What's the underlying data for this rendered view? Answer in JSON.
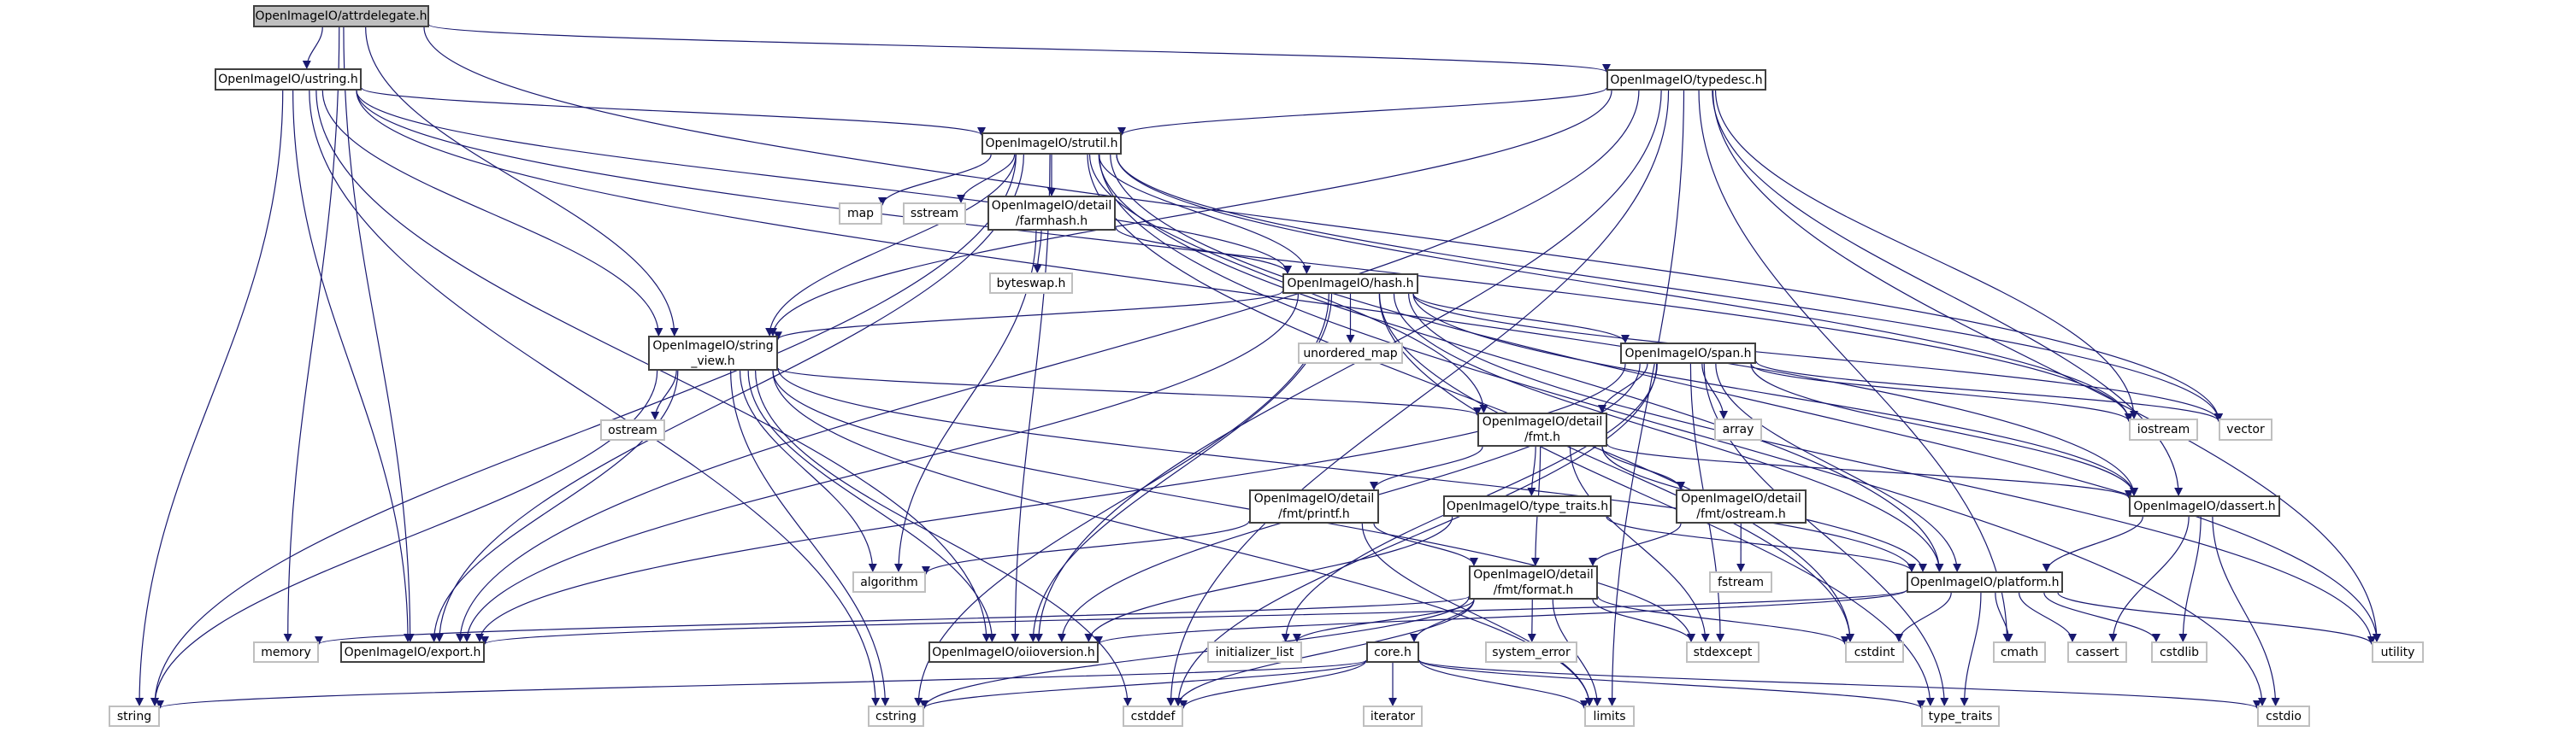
{
  "title": "Include dependency graph for OpenImageIO/attrdelegate.h",
  "colors": {
    "edge": "#191970",
    "root_fill": "#bfbfbf",
    "internal_border": "#404040",
    "external_border": "#bfbfbf"
  },
  "nodes": [
    {
      "id": "attrdelegate",
      "label": "OpenImageIO/attrdelegate.h",
      "kind": "root"
    },
    {
      "id": "ustring",
      "label": "OpenImageIO/ustring.h",
      "kind": "internal"
    },
    {
      "id": "typedesc",
      "label": "OpenImageIO/typedesc.h",
      "kind": "internal"
    },
    {
      "id": "strutil",
      "label": "OpenImageIO/strutil.h",
      "kind": "internal"
    },
    {
      "id": "map",
      "label": "map",
      "kind": "external"
    },
    {
      "id": "sstream",
      "label": "sstream",
      "kind": "external"
    },
    {
      "id": "farmhash",
      "label": "OpenImageIO/detail\n/farmhash.h",
      "kind": "internal"
    },
    {
      "id": "byteswap",
      "label": "byteswap.h",
      "kind": "external"
    },
    {
      "id": "hash",
      "label": "OpenImageIO/hash.h",
      "kind": "internal"
    },
    {
      "id": "unordered_map",
      "label": "unordered_map",
      "kind": "external"
    },
    {
      "id": "string_view",
      "label": "OpenImageIO/string\n_view.h",
      "kind": "internal"
    },
    {
      "id": "ostream",
      "label": "ostream",
      "kind": "external"
    },
    {
      "id": "span",
      "label": "OpenImageIO/span.h",
      "kind": "internal"
    },
    {
      "id": "array",
      "label": "array",
      "kind": "external"
    },
    {
      "id": "iostream",
      "label": "iostream",
      "kind": "external"
    },
    {
      "id": "vector",
      "label": "vector",
      "kind": "external"
    },
    {
      "id": "fmt",
      "label": "OpenImageIO/detail\n/fmt.h",
      "kind": "internal"
    },
    {
      "id": "dassert",
      "label": "OpenImageIO/dassert.h",
      "kind": "internal"
    },
    {
      "id": "printf",
      "label": "OpenImageIO/detail\n/fmt/printf.h",
      "kind": "internal"
    },
    {
      "id": "type_traits_h",
      "label": "OpenImageIO/type_traits.h",
      "kind": "internal"
    },
    {
      "id": "ostream_h",
      "label": "OpenImageIO/detail\n/fmt/ostream.h",
      "kind": "internal"
    },
    {
      "id": "fstream",
      "label": "fstream",
      "kind": "external"
    },
    {
      "id": "format",
      "label": "OpenImageIO/detail\n/fmt/format.h",
      "kind": "internal"
    },
    {
      "id": "platform",
      "label": "OpenImageIO/platform.h",
      "kind": "internal"
    },
    {
      "id": "algorithm",
      "label": "algorithm",
      "kind": "external"
    },
    {
      "id": "memory",
      "label": "memory",
      "kind": "external"
    },
    {
      "id": "export",
      "label": "OpenImageIO/export.h",
      "kind": "internal"
    },
    {
      "id": "oiioversion",
      "label": "OpenImageIO/oiioversion.h",
      "kind": "internal"
    },
    {
      "id": "initializer_list",
      "label": "initializer_list",
      "kind": "external"
    },
    {
      "id": "core",
      "label": "core.h",
      "kind": "internal"
    },
    {
      "id": "system_error",
      "label": "system_error",
      "kind": "external"
    },
    {
      "id": "stdexcept",
      "label": "stdexcept",
      "kind": "external"
    },
    {
      "id": "cstdint",
      "label": "cstdint",
      "kind": "external"
    },
    {
      "id": "cmath",
      "label": "cmath",
      "kind": "external"
    },
    {
      "id": "cassert",
      "label": "cassert",
      "kind": "external"
    },
    {
      "id": "cstdlib",
      "label": "cstdlib",
      "kind": "external"
    },
    {
      "id": "utility",
      "label": "utility",
      "kind": "external"
    },
    {
      "id": "string",
      "label": "string",
      "kind": "external"
    },
    {
      "id": "cstring",
      "label": "cstring",
      "kind": "external"
    },
    {
      "id": "cstddef",
      "label": "cstddef",
      "kind": "external"
    },
    {
      "id": "iterator",
      "label": "iterator",
      "kind": "external"
    },
    {
      "id": "limits",
      "label": "limits",
      "kind": "external"
    },
    {
      "id": "type_traits",
      "label": "type_traits",
      "kind": "external"
    },
    {
      "id": "cstdio",
      "label": "cstdio",
      "kind": "external"
    }
  ],
  "edges": [
    [
      "attrdelegate",
      "ustring"
    ],
    [
      "attrdelegate",
      "typedesc"
    ],
    [
      "attrdelegate",
      "string_view"
    ],
    [
      "attrdelegate",
      "export"
    ],
    [
      "attrdelegate",
      "memory"
    ],
    [
      "attrdelegate",
      "vector"
    ],
    [
      "ustring",
      "strutil"
    ],
    [
      "ustring",
      "string_view"
    ],
    [
      "ustring",
      "export"
    ],
    [
      "ustring",
      "oiioversion"
    ],
    [
      "ustring",
      "string"
    ],
    [
      "ustring",
      "cstring"
    ],
    [
      "ustring",
      "hash"
    ],
    [
      "ustring",
      "dassert"
    ],
    [
      "ustring",
      "iostream"
    ],
    [
      "typedesc",
      "strutil"
    ],
    [
      "typedesc",
      "string_view"
    ],
    [
      "typedesc",
      "export"
    ],
    [
      "typedesc",
      "oiioversion"
    ],
    [
      "typedesc",
      "dassert"
    ],
    [
      "typedesc",
      "iostream"
    ],
    [
      "typedesc",
      "cstddef"
    ],
    [
      "typedesc",
      "limits"
    ],
    [
      "typedesc",
      "cmath"
    ],
    [
      "typedesc",
      "utility"
    ],
    [
      "strutil",
      "map"
    ],
    [
      "strutil",
      "sstream"
    ],
    [
      "strutil",
      "farmhash"
    ],
    [
      "strutil",
      "hash"
    ],
    [
      "strutil",
      "string_view"
    ],
    [
      "strutil",
      "fmt"
    ],
    [
      "strutil",
      "export"
    ],
    [
      "strutil",
      "oiioversion"
    ],
    [
      "strutil",
      "string"
    ],
    [
      "strutil",
      "vector"
    ],
    [
      "strutil",
      "utility"
    ],
    [
      "strutil",
      "cstdio"
    ],
    [
      "strutil",
      "platform"
    ],
    [
      "strutil",
      "cstdint"
    ],
    [
      "strutil",
      "iostream"
    ],
    [
      "farmhash",
      "byteswap"
    ],
    [
      "farmhash",
      "hash"
    ],
    [
      "farmhash",
      "algorithm"
    ],
    [
      "hash",
      "unordered_map"
    ],
    [
      "hash",
      "span"
    ],
    [
      "hash",
      "string_view"
    ],
    [
      "hash",
      "export"
    ],
    [
      "hash",
      "oiioversion"
    ],
    [
      "hash",
      "cstring"
    ],
    [
      "hash",
      "cstdint"
    ],
    [
      "hash",
      "vector"
    ],
    [
      "hash",
      "dassert"
    ],
    [
      "hash",
      "platform"
    ],
    [
      "hash",
      "type_traits"
    ],
    [
      "hash",
      "utility"
    ],
    [
      "string_view",
      "ostream"
    ],
    [
      "string_view",
      "algorithm"
    ],
    [
      "string_view",
      "export"
    ],
    [
      "string_view",
      "oiioversion"
    ],
    [
      "string_view",
      "cstring"
    ],
    [
      "string_view",
      "cstddef"
    ],
    [
      "string_view",
      "string"
    ],
    [
      "string_view",
      "fmt"
    ],
    [
      "string_view",
      "platform"
    ],
    [
      "string_view",
      "limits"
    ],
    [
      "string_view",
      "stdexcept"
    ],
    [
      "span",
      "fmt"
    ],
    [
      "span",
      "array"
    ],
    [
      "span",
      "iostream"
    ],
    [
      "span",
      "vector"
    ],
    [
      "span",
      "dassert"
    ],
    [
      "span",
      "platform"
    ],
    [
      "span",
      "oiioversion"
    ],
    [
      "span",
      "cstddef"
    ],
    [
      "span",
      "initializer_list"
    ],
    [
      "span",
      "stdexcept"
    ],
    [
      "span",
      "type_traits"
    ],
    [
      "span",
      "export"
    ],
    [
      "fmt",
      "printf"
    ],
    [
      "fmt",
      "type_traits_h"
    ],
    [
      "fmt",
      "ostream_h"
    ],
    [
      "fmt",
      "format"
    ],
    [
      "fmt",
      "dassert"
    ],
    [
      "fmt",
      "platform"
    ],
    [
      "fmt",
      "stdexcept"
    ],
    [
      "printf",
      "format"
    ],
    [
      "printf",
      "algorithm"
    ],
    [
      "printf",
      "limits"
    ],
    [
      "type_traits_h",
      "platform"
    ],
    [
      "type_traits_h",
      "oiioversion"
    ],
    [
      "ostream_h",
      "format"
    ],
    [
      "ostream_h",
      "fstream"
    ],
    [
      "format",
      "core"
    ],
    [
      "format",
      "system_error"
    ],
    [
      "format",
      "stdexcept"
    ],
    [
      "format",
      "limits"
    ],
    [
      "format",
      "cstdint"
    ],
    [
      "format",
      "memory"
    ],
    [
      "format",
      "initializer_list"
    ],
    [
      "format",
      "cstring"
    ],
    [
      "format",
      "cstddef"
    ],
    [
      "core",
      "iterator"
    ],
    [
      "core",
      "limits"
    ],
    [
      "core",
      "cstring"
    ],
    [
      "core",
      "cstddef"
    ],
    [
      "core",
      "string"
    ],
    [
      "core",
      "type_traits"
    ],
    [
      "core",
      "cstdio"
    ],
    [
      "dassert",
      "platform"
    ],
    [
      "dassert",
      "cassert"
    ],
    [
      "dassert",
      "cstdlib"
    ],
    [
      "dassert",
      "cstdio"
    ],
    [
      "platform",
      "export"
    ],
    [
      "platform",
      "oiioversion"
    ],
    [
      "platform",
      "cstdint"
    ],
    [
      "platform",
      "cmath"
    ],
    [
      "platform",
      "cassert"
    ],
    [
      "platform",
      "cstdlib"
    ],
    [
      "platform",
      "utility"
    ],
    [
      "platform",
      "type_traits"
    ]
  ]
}
